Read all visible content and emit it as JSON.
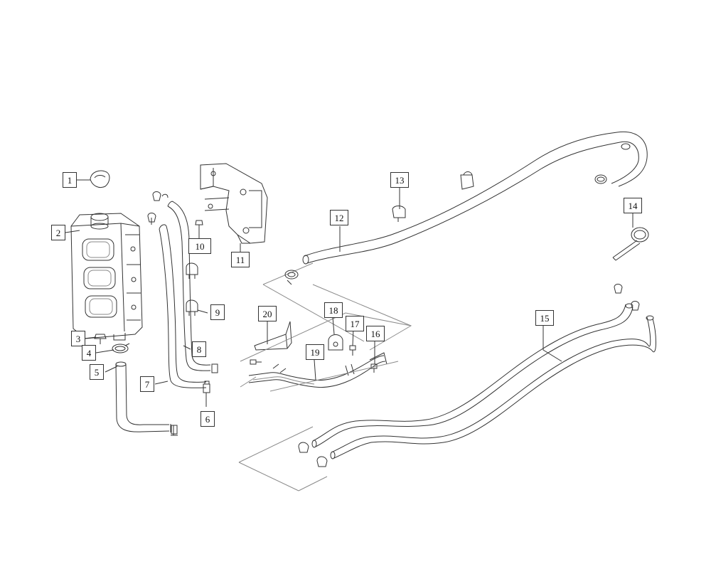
{
  "diagram": {
    "colors": {
      "stroke": "#333333",
      "light": "#8a8a8a",
      "background": "#ffffff"
    },
    "callouts": [
      "1",
      "2",
      "3",
      "4",
      "5",
      "6",
      "7",
      "8",
      "9",
      "10",
      "11",
      "12",
      "13",
      "14",
      "15",
      "16",
      "17",
      "18",
      "19",
      "20"
    ]
  }
}
